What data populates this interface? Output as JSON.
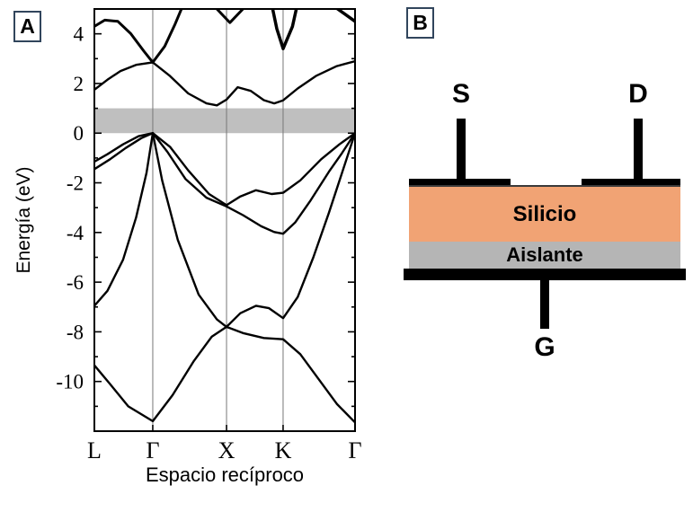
{
  "figure": {
    "panel_a": {
      "label": "A"
    },
    "panel_b": {
      "label": "B",
      "source_label": "S",
      "drain_label": "D",
      "gate_label": "G",
      "semiconductor_label": "Silicio",
      "insulator_label": "Aislante",
      "colors": {
        "semiconductor": "#f1a374",
        "insulator": "#b5b5b5",
        "electrode": "#000000"
      }
    }
  },
  "chart_data": {
    "type": "line",
    "title": "",
    "xlabel": "Espacio recíproco",
    "ylabel": "Energía (eV)",
    "x_tick_labels": [
      "L",
      "Γ",
      "X",
      "K",
      "Γ"
    ],
    "x_tick_positions": [
      0,
      0.224,
      0.507,
      0.724,
      1
    ],
    "y_ticks": [
      4,
      2,
      0,
      -2,
      -4,
      -6,
      -8,
      -10
    ],
    "ylim": [
      5,
      -12
    ],
    "grid": "vertical-lines-at-high-symmetry-points",
    "band_gap_highlight": {
      "y_from": 0,
      "y_to": 1,
      "color": "#bfbfbf"
    },
    "line_color": "#000000",
    "series": [
      {
        "name": "valence-band-1",
        "points": [
          [
            0,
            -9.35
          ],
          [
            0.06,
            -10.1
          ],
          [
            0.13,
            -11.0
          ],
          [
            0.224,
            -11.6
          ],
          [
            0.3,
            -10.55
          ],
          [
            0.38,
            -9.2
          ],
          [
            0.45,
            -8.2
          ],
          [
            0.507,
            -7.8
          ],
          [
            0.57,
            -8.05
          ],
          [
            0.65,
            -8.25
          ],
          [
            0.724,
            -8.3
          ],
          [
            0.79,
            -8.9
          ],
          [
            0.86,
            -9.9
          ],
          [
            0.93,
            -10.9
          ],
          [
            1,
            -11.65
          ]
        ]
      },
      {
        "name": "valence-band-2",
        "points": [
          [
            0,
            -6.95
          ],
          [
            0.05,
            -6.35
          ],
          [
            0.11,
            -5.1
          ],
          [
            0.16,
            -3.4
          ],
          [
            0.2,
            -1.6
          ],
          [
            0.224,
            0
          ],
          [
            0.26,
            -1.9
          ],
          [
            0.32,
            -4.3
          ],
          [
            0.4,
            -6.5
          ],
          [
            0.47,
            -7.5
          ],
          [
            0.507,
            -7.8
          ],
          [
            0.56,
            -7.25
          ],
          [
            0.62,
            -6.95
          ],
          [
            0.67,
            -7.05
          ],
          [
            0.724,
            -7.45
          ],
          [
            0.78,
            -6.6
          ],
          [
            0.84,
            -5.0
          ],
          [
            0.9,
            -3.2
          ],
          [
            0.95,
            -1.6
          ],
          [
            1,
            0
          ]
        ]
      },
      {
        "name": "valence-band-3",
        "points": [
          [
            0.224,
            0
          ],
          [
            0.28,
            -0.75
          ],
          [
            0.35,
            -1.85
          ],
          [
            0.43,
            -2.6
          ],
          [
            0.507,
            -2.95
          ],
          [
            0.57,
            -3.3
          ],
          [
            0.64,
            -3.75
          ],
          [
            0.69,
            -3.98
          ],
          [
            0.724,
            -4.05
          ],
          [
            0.77,
            -3.6
          ],
          [
            0.83,
            -2.7
          ],
          [
            0.9,
            -1.55
          ],
          [
            0.95,
            -0.8
          ],
          [
            1,
            0
          ]
        ]
      },
      {
        "name": "valence-band-4",
        "points": [
          [
            0,
            -1.15
          ],
          [
            0.05,
            -0.85
          ],
          [
            0.11,
            -0.45
          ],
          [
            0.17,
            -0.12
          ],
          [
            0.224,
            0
          ],
          [
            0.29,
            -0.55
          ],
          [
            0.36,
            -1.5
          ],
          [
            0.44,
            -2.45
          ],
          [
            0.507,
            -2.9
          ],
          [
            0.56,
            -2.55
          ],
          [
            0.62,
            -2.3
          ],
          [
            0.68,
            -2.45
          ],
          [
            0.724,
            -2.4
          ],
          [
            0.79,
            -1.9
          ],
          [
            0.87,
            -1.05
          ],
          [
            0.94,
            -0.45
          ],
          [
            1,
            0
          ]
        ]
      },
      {
        "name": "valence-band-5",
        "points": [
          [
            0,
            -1.45
          ],
          [
            0.06,
            -1.05
          ],
          [
            0.12,
            -0.6
          ],
          [
            0.18,
            -0.2
          ],
          [
            0.224,
            0
          ]
        ]
      },
      {
        "name": "conduction-band-1",
        "points": [
          [
            0,
            1.75
          ],
          [
            0.05,
            2.15
          ],
          [
            0.1,
            2.5
          ],
          [
            0.16,
            2.75
          ],
          [
            0.224,
            2.85
          ],
          [
            0.29,
            2.3
          ],
          [
            0.36,
            1.6
          ],
          [
            0.43,
            1.2
          ],
          [
            0.47,
            1.12
          ],
          [
            0.507,
            1.35
          ],
          [
            0.55,
            1.85
          ],
          [
            0.6,
            1.7
          ],
          [
            0.65,
            1.33
          ],
          [
            0.69,
            1.2
          ],
          [
            0.724,
            1.32
          ],
          [
            0.78,
            1.8
          ],
          [
            0.85,
            2.3
          ],
          [
            0.93,
            2.7
          ],
          [
            1,
            2.9
          ]
        ]
      },
      {
        "name": "conduction-band-2",
        "w": 3,
        "points": [
          [
            0,
            4.3
          ],
          [
            0.04,
            4.55
          ],
          [
            0.09,
            4.5
          ],
          [
            0.14,
            4.0
          ],
          [
            0.19,
            3.3
          ],
          [
            0.224,
            2.85
          ],
          [
            0.27,
            3.5
          ],
          [
            0.31,
            4.4
          ],
          [
            0.35,
            5.4
          ],
          [
            0.38,
            6.2
          ]
        ]
      },
      {
        "name": "conduction-band-3",
        "w": 3,
        "points": [
          [
            0.42,
            6.2
          ],
          [
            0.47,
            5.0
          ],
          [
            0.52,
            4.45
          ],
          [
            0.57,
            5.0
          ],
          [
            0.61,
            6.2
          ]
        ]
      },
      {
        "name": "conduction-band-4",
        "w": 3.5,
        "points": [
          [
            0.66,
            6.2
          ],
          [
            0.7,
            4.2
          ],
          [
            0.724,
            3.4
          ],
          [
            0.76,
            4.3
          ],
          [
            0.8,
            6.2
          ]
        ]
      },
      {
        "name": "conduction-band-5",
        "w": 3.5,
        "points": [
          [
            0.85,
            6.2
          ],
          [
            0.92,
            5.1
          ],
          [
            1,
            4.5
          ]
        ]
      }
    ]
  }
}
